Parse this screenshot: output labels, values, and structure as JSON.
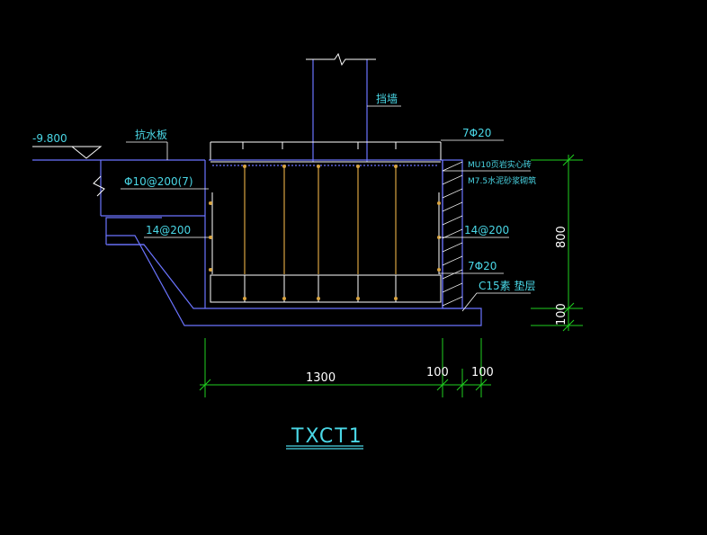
{
  "colors": {
    "background": "#000000",
    "structure": "#6b74ff",
    "rebar": "#ffffff",
    "stirrup": "#d9a441",
    "annotation": "#4ad7e6",
    "dimension": "#1fd01f",
    "dimension_text": "#ffffff"
  },
  "labels": {
    "elevation": "-9.800",
    "anti_water_slab": "抗水板",
    "retaining_wall": "挡墙",
    "top_rebar": "7Φ20",
    "brick_wall": "MU10页岩实心砖",
    "mortar": "M7.5水泥砂浆砌筑",
    "side_bar_left": "Φ10@200(7)",
    "side_bar_mid": "14@200",
    "side_bar_right": "14@200",
    "bottom_rebar": "7Φ20",
    "cushion": "C15素 垫层"
  },
  "dimensions": {
    "width_main": "1300",
    "width_wall": "100",
    "width_cushion": "100",
    "height_main": "800",
    "height_cushion": "100"
  },
  "title": "TXCT1"
}
